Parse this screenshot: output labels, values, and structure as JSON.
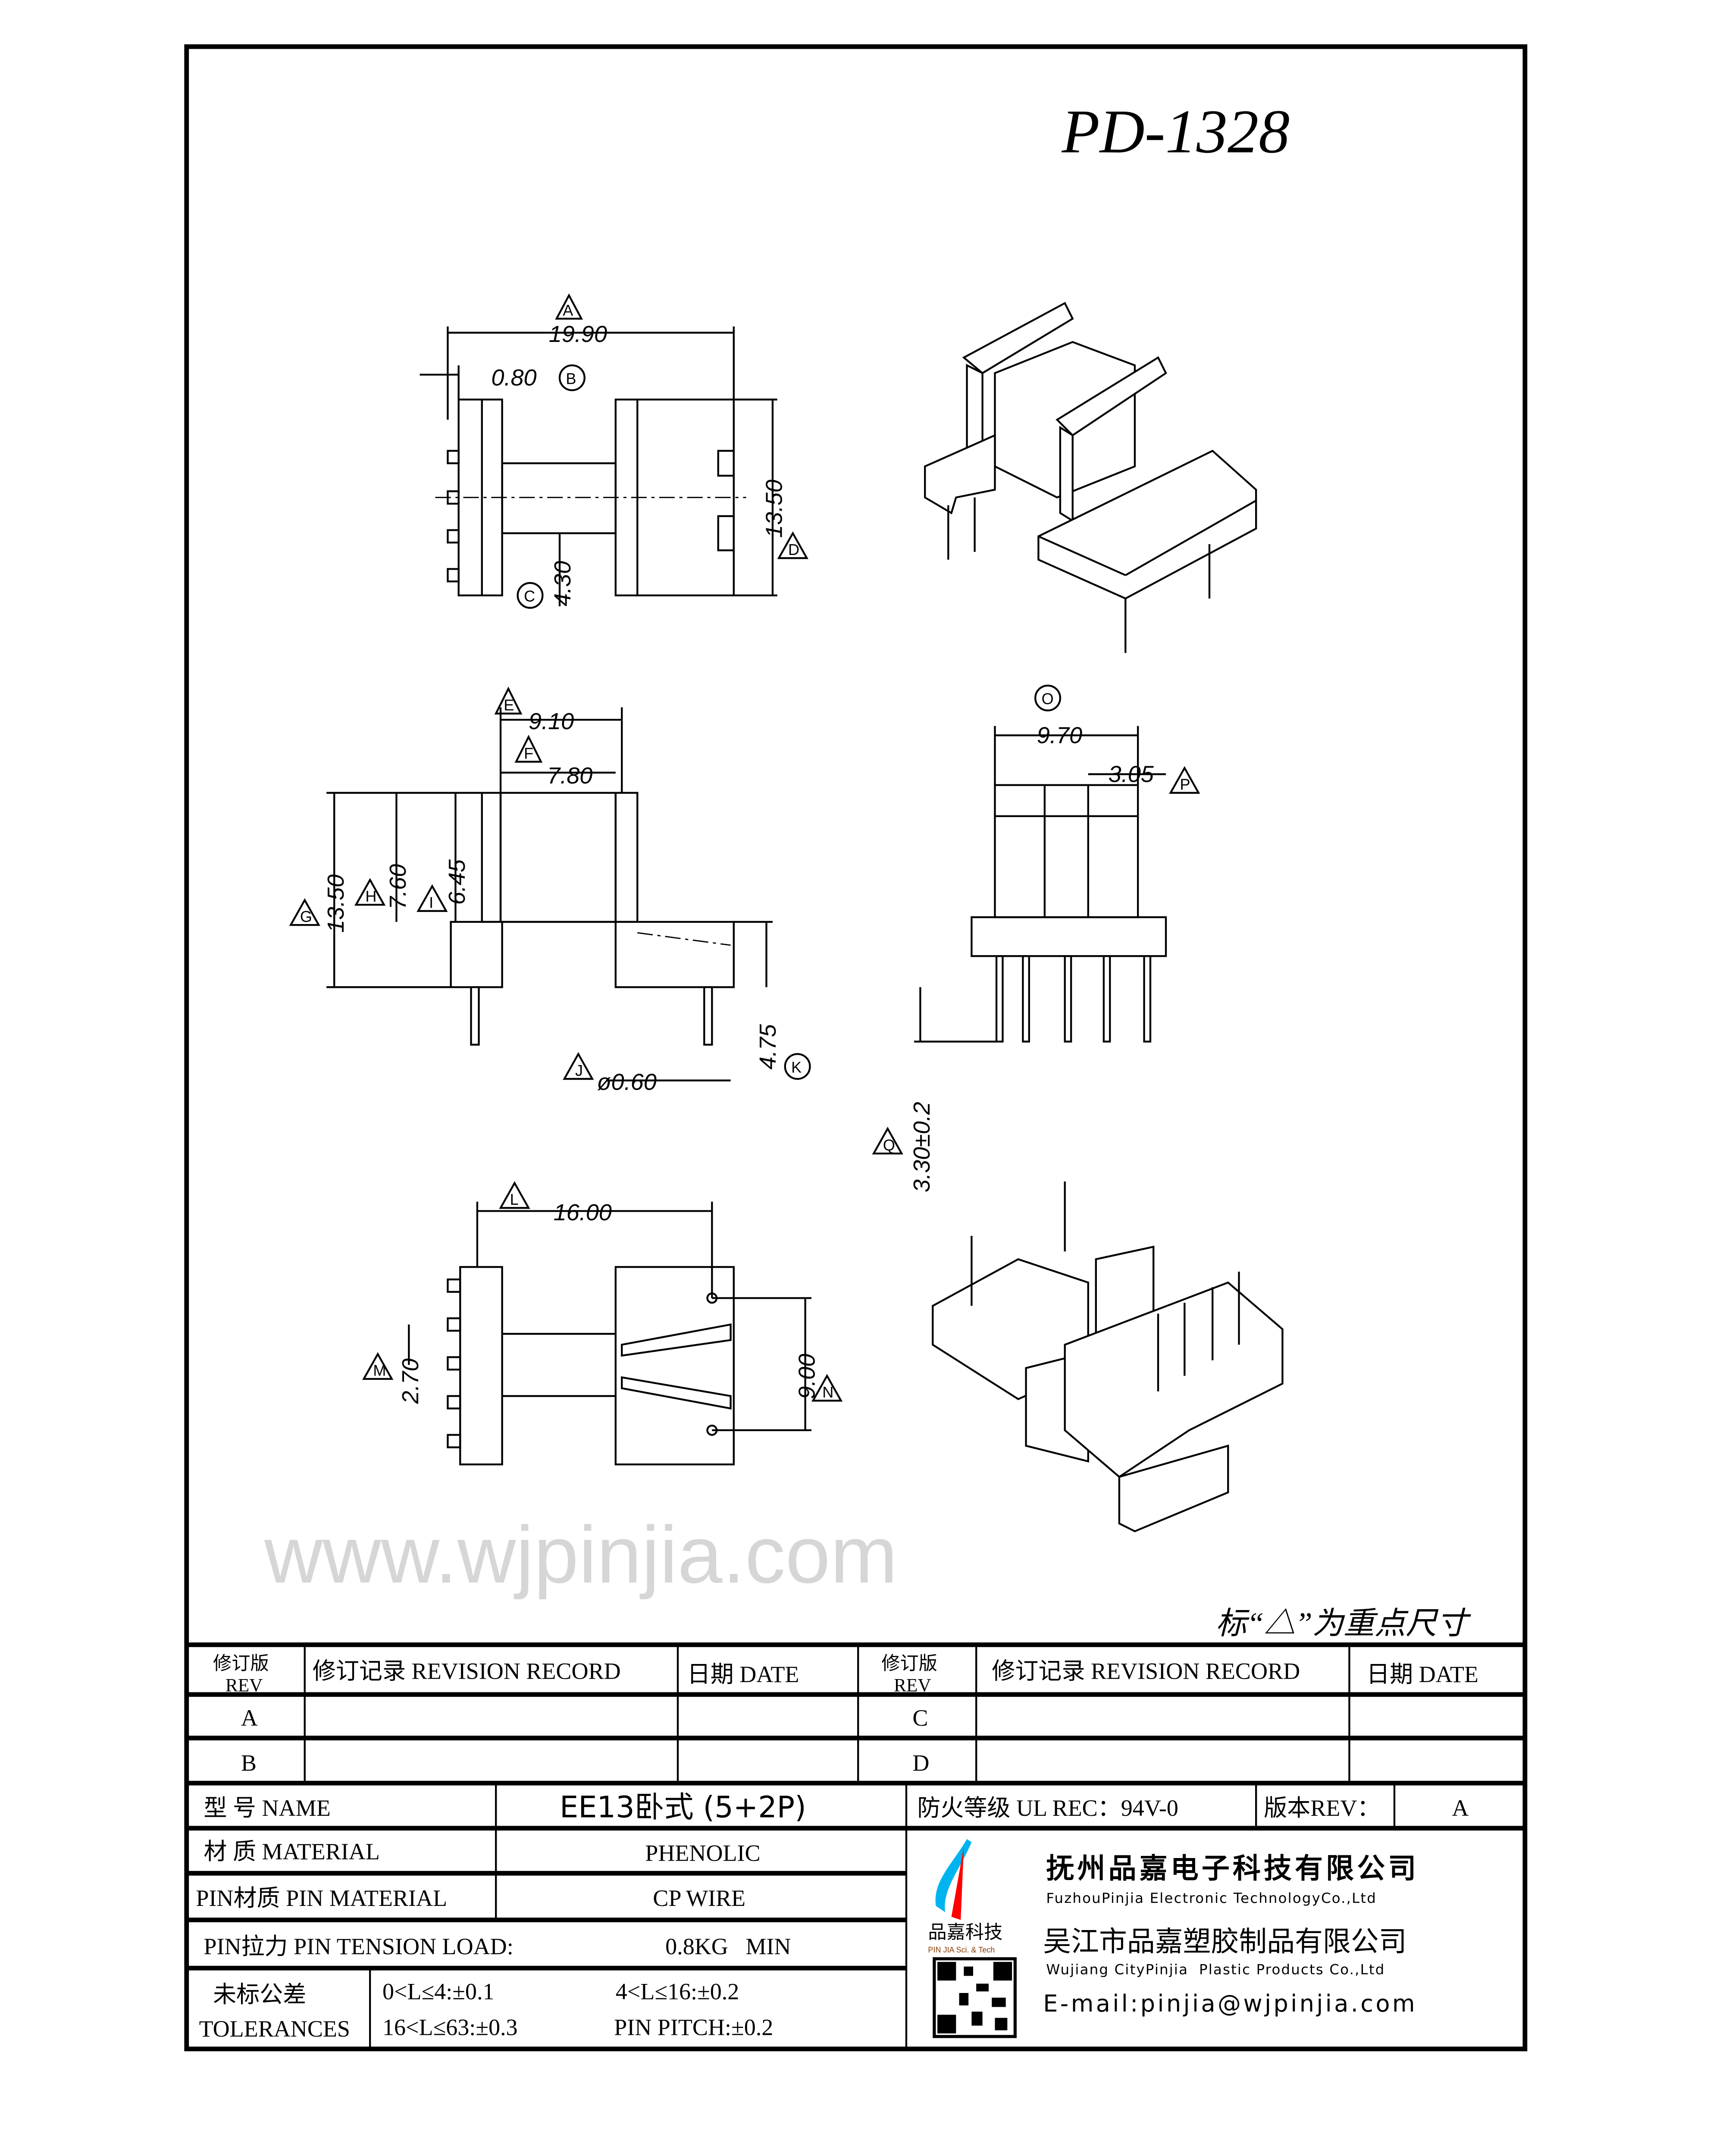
{
  "drawing": {
    "part_number": "PD-1328",
    "key_dimension_note": "标“△”为重点尺寸",
    "watermark": "www.wjpinjia.com",
    "dimensions": {
      "A": {
        "marker": "A",
        "value": "19.90"
      },
      "B": {
        "marker": "B",
        "value": "0.80"
      },
      "C": {
        "marker": "C",
        "value": "4.30"
      },
      "D": {
        "marker": "D",
        "value": "13.50"
      },
      "E": {
        "marker": "E",
        "value": "9.10"
      },
      "F": {
        "marker": "F",
        "value": "7.80"
      },
      "G": {
        "marker": "G",
        "value": "13.50"
      },
      "H": {
        "marker": "H",
        "value": "7.60"
      },
      "I": {
        "marker": "I",
        "value": "6.45"
      },
      "J": {
        "marker": "J",
        "value": "ø0.60"
      },
      "K": {
        "marker": "K",
        "value": "4.75"
      },
      "O": {
        "marker": "O",
        "value": "9.70"
      },
      "P": {
        "marker": "P",
        "value": "3.05"
      },
      "Q": {
        "marker": "Q",
        "value": "3.30±0.2"
      },
      "L": {
        "marker": "L",
        "value": "16.00"
      },
      "M": {
        "marker": "M",
        "value": "2.70"
      },
      "N": {
        "marker": "N",
        "value": "9.00"
      }
    }
  },
  "revision_table": {
    "rev_header_cn": "修订版",
    "rev_header_en": "REV",
    "record_header": "修订记录 REVISION RECORD",
    "date_header": "日期 DATE",
    "revisions_left": [
      "A",
      "B"
    ],
    "revisions_right": [
      "C",
      "D"
    ]
  },
  "title_block": {
    "name_label": "型 号 NAME",
    "name_value": "EE13卧式 (5+2P)",
    "fire_rating": "防火等级 UL REC：94V-0",
    "version_label": "版本REV：",
    "version_value": "A",
    "material_label": "材 质 MATERIAL",
    "material_value": "PHENOLIC",
    "pin_material_label": "PIN材质 PIN MATERIAL",
    "pin_material_value": "CP WIRE",
    "pin_tension_label": "PIN拉力 PIN TENSION LOAD:",
    "pin_tension_value": "0.8KG   MIN",
    "tolerance_label_cn": "未标公差",
    "tolerance_label_en": "TOLERANCES",
    "tolerance_1": "0<L≤4:±0.1",
    "tolerance_2": "4<L≤16:±0.2",
    "tolerance_3": "16<L≤63:±0.3",
    "tolerance_4": "PIN PITCH:±0.2"
  },
  "company": {
    "logo_text": "品嘉科技",
    "logo_subtext": "PIN JIA Sci. & Tech",
    "name1_cn": "抚州品嘉电子科技有限公司",
    "name1_en": "FuzhouPinjia Electronic TechnologyCo.,Ltd",
    "name2_cn": "吴江市品嘉塑胶制品有限公司",
    "name2_en": "Wujiang CityPinjia  Plastic Products Co.,Ltd",
    "email": "E-mail:pinjia@wjpinjia.com",
    "colors": {
      "blue": "#00b4f0",
      "red": "#ff0000"
    }
  }
}
